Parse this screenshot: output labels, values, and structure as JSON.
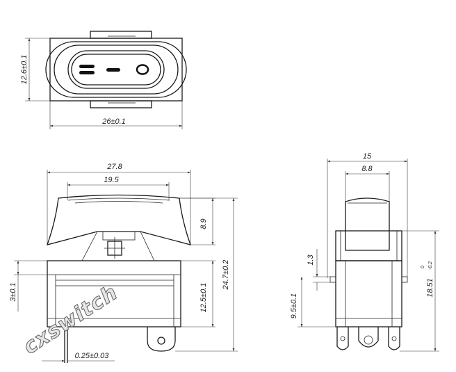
{
  "top_view": {
    "height_label": "12.6±0.1",
    "width_label": "26±0.1"
  },
  "front_view": {
    "overall_width_label": "27.8",
    "rocker_width_label": "19.5",
    "rocker_height_label": "8.9",
    "overall_height_label": "24.7±0.2",
    "body_height_label": "12.5±0.1",
    "step_label": "3±0.1",
    "pin_thickness_label": "0.25±0.03"
  },
  "side_view": {
    "overall_width_label": "15",
    "rocker_width_label": "8.8",
    "latch_label": "1.3",
    "latch_height_label": "9.5±0.1",
    "height_label": "18.51",
    "height_tol_upper": "0",
    "height_tol_lower": "-0.2"
  },
  "watermark": "cxswitch"
}
